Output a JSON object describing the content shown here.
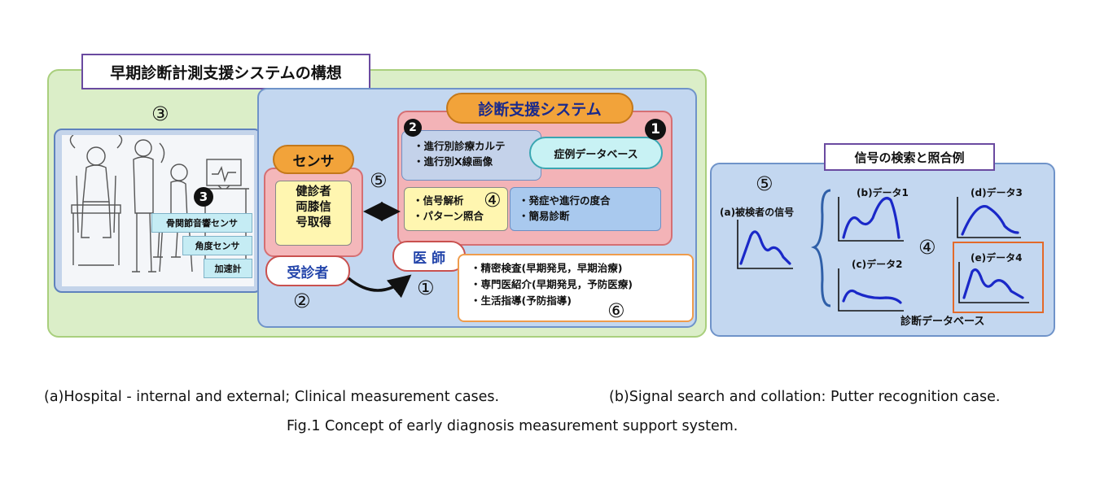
{
  "left_panel": {
    "title": "早期診断計測支援システムの構想",
    "sensor": {
      "title": "センサ",
      "body_lines": [
        "健診者",
        "両膝信",
        "号取得"
      ]
    },
    "sensor_labels": [
      "骨関節音響センサ",
      "角度センサ",
      "加速計"
    ],
    "diagnosis_system": {
      "title": "診断支援システム",
      "records": [
        "・進行別診療カルテ",
        "・進行別X線画像"
      ],
      "case_db": "症例データベース",
      "analysis": [
        "・信号解析",
        "・パターン照合"
      ],
      "stage": [
        "・発症や進行の度合",
        "・簡易診断"
      ]
    },
    "patient": "受診者",
    "doctor": "医 師",
    "exam": [
      "・精密検査(早期発見，早期治療)",
      "・専門医紹介(早期発見，予防医療)",
      "・生活指導(予防指導)"
    ],
    "numbers": {
      "n1": "①",
      "n2": "②",
      "n3": "③",
      "n4": "④",
      "n5": "⑤",
      "n6": "⑥"
    },
    "badges": {
      "b1": "1",
      "b2": "2",
      "b3": "3"
    }
  },
  "right_panel": {
    "title": "信号の検索と照合例",
    "query_label": "(a)被検者の信号",
    "graphs": [
      "(b)データ1",
      "(c)データ2",
      "(d)データ3",
      "(e)データ4"
    ],
    "db_label": "診断データベース",
    "numbers": {
      "n5": "⑤",
      "n4": "④"
    },
    "colors": {
      "curve": "#1a28c8",
      "highlight": "#e36a2a"
    }
  },
  "captions": {
    "a": "(a)Hospital - internal and external; Clinical measurement cases.",
    "b": "(b)Signal search and collation: Putter recognition case.",
    "fig": "Fig.1  Concept of early diagnosis measurement support system."
  }
}
